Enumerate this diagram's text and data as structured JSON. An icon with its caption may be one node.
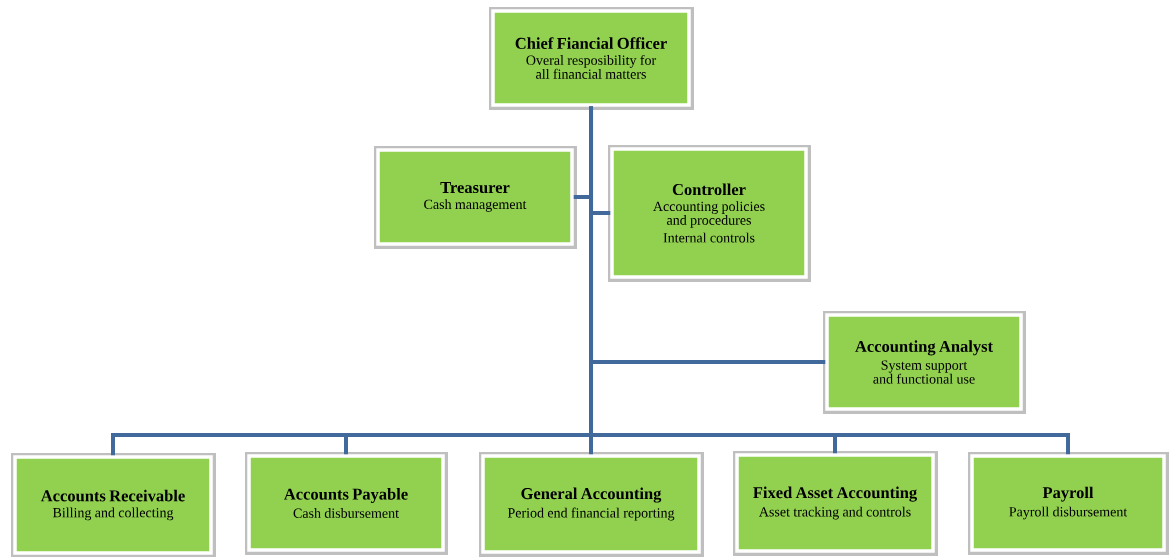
{
  "diagram": {
    "nodes": [
      {
        "text": [
          "Chief Fiancial Officer",
          "Overal resposibility for all financial matters"
        ]
      },
      {
        "text": [
          "Treasurer",
          "Cash management"
        ]
      },
      {
        "text": [
          "Controller",
          "Accounting policies and procedures",
          "Internal controls"
        ]
      },
      {
        "text": [
          "Accounting Analyst",
          "System support and functional use"
        ]
      },
      {
        "text": [
          "Accounts Receivable",
          "Billing and collecting"
        ]
      },
      {
        "text": [
          "Accounts Payable",
          "Cash disbursement"
        ]
      },
      {
        "text": [
          "General Accounting",
          "Period end financial reporting"
        ]
      },
      {
        "text": [
          "Fixed Asset Accounting",
          "Asset tracking and controls"
        ]
      },
      {
        "text": [
          "Payroll",
          "Payroll disbursement"
        ]
      }
    ],
    "edges": [
      {
        "from": 0,
        "to": 1,
        "arrow": "none"
      },
      {
        "from": 0,
        "to": 2,
        "arrow": "none"
      },
      {
        "from": 0,
        "to": 3,
        "arrow": "none"
      },
      {
        "from": 0,
        "to": 4,
        "arrow": "none"
      },
      {
        "from": 0,
        "to": 5,
        "arrow": "none"
      },
      {
        "from": 0,
        "to": 6,
        "arrow": "none"
      },
      {
        "from": 0,
        "to": 7,
        "arrow": "none"
      },
      {
        "from": 0,
        "to": 8,
        "arrow": "none"
      }
    ]
  }
}
